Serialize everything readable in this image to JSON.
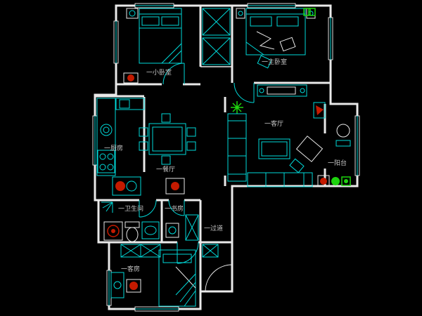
{
  "palette": {
    "background": "#000000",
    "walls": "#e9e9e9",
    "fixtures": "#00d9d9",
    "accent_red": "#c41a00",
    "accent_green": "#1ed30e",
    "labels": "#c8c8c8"
  },
  "rooms": {
    "small_bedroom": {
      "label": "一小卧室"
    },
    "master_bedroom": {
      "label": "一主卧室"
    },
    "kitchen": {
      "label": "一厨房"
    },
    "dining_room": {
      "label": "一餐厅"
    },
    "living_room": {
      "label": "一客厅"
    },
    "balcony": {
      "label": "一阳台"
    },
    "bathroom": {
      "label": "一卫生间"
    },
    "study": {
      "label": "一书房"
    },
    "hallway": {
      "label": "一过道"
    },
    "guest_bedroom": {
      "label": "一客房"
    }
  }
}
